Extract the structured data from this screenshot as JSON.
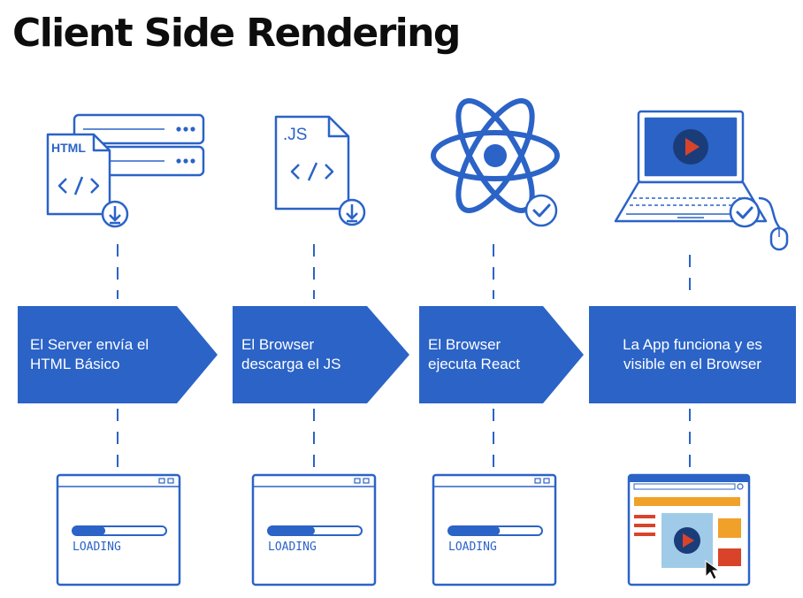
{
  "title": "Client Side Rendering",
  "icons": {
    "html_doc_label": "HTML",
    "js_doc_label": ".JS"
  },
  "steps": [
    {
      "text": "El Server envía el HTML Básico"
    },
    {
      "text": "El Browser descarga el JS"
    },
    {
      "text": "El Browser ejecuta React"
    },
    {
      "text": "La App funciona y es visible en el Browser"
    }
  ],
  "windows": [
    {
      "label": "LOADING",
      "progress": 0.35
    },
    {
      "label": "LOADING",
      "progress": 0.5
    },
    {
      "label": "LOADING",
      "progress": 0.55
    }
  ],
  "colors": {
    "blue": "#2b63c7",
    "red": "#d9432a",
    "orange": "#f0a12a",
    "light_blue": "#9fcbe8"
  }
}
